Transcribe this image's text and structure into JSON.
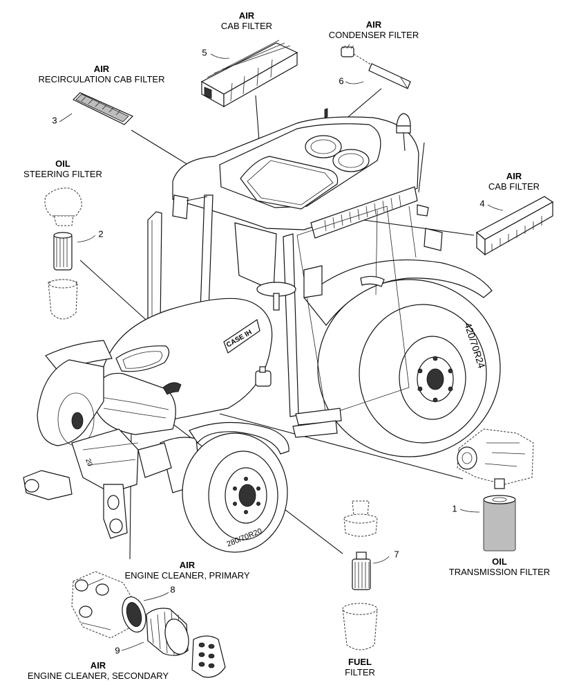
{
  "labels": {
    "cab_filter_top": {
      "kind": "AIR",
      "name": "CAB FILTER",
      "number": "5"
    },
    "condenser_filter": {
      "kind": "AIR",
      "name": "CONDENSER FILTER",
      "number": "6"
    },
    "recirculation_filter": {
      "kind": "AIR",
      "name": "RECIRCULATION CAB FILTER",
      "number": "3"
    },
    "steering_filter": {
      "kind": "OIL",
      "name": "STEERING FILTER",
      "number": "2"
    },
    "cab_filter_side": {
      "kind": "AIR",
      "name": "CAB FILTER",
      "number": "4"
    },
    "transmission_filter": {
      "kind": "OIL",
      "name": "TRANSMISSION FILTER",
      "number": "1"
    },
    "fuel_filter": {
      "kind": "FUEL",
      "name": "FILTER",
      "number": "7"
    },
    "engine_primary": {
      "kind": "AIR",
      "name": "ENGINE CLEANER, PRIMARY",
      "number": "8"
    },
    "engine_secondary": {
      "kind": "AIR",
      "name": "ENGINE CLEANER, SECONDARY",
      "number": "9"
    }
  },
  "tractor": {
    "brand_text": "CASE IH",
    "rear_tire_text": "420/70R24",
    "front_tire_text": "280/70R20",
    "front_tire_text_left": "20"
  }
}
